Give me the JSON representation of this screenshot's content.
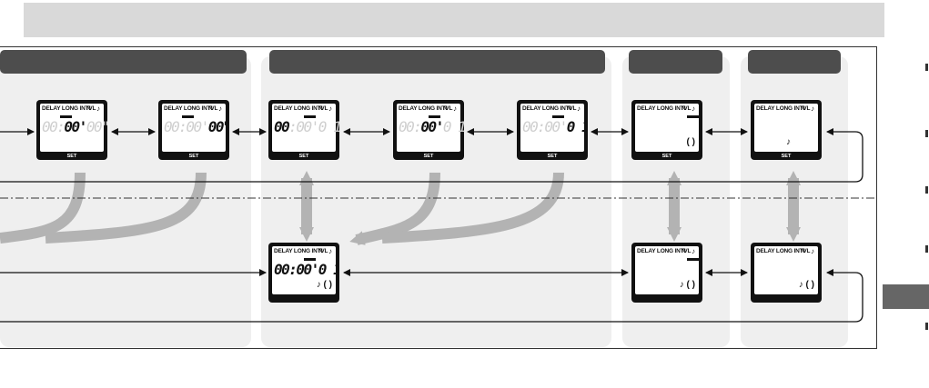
{
  "lcd_header": "DELAY LONG INTVL",
  "mode_letter": "N",
  "note_symbol": "♪",
  "set_label": "SET",
  "displays": {
    "d1": {
      "pre": "00:",
      "mid": "00'",
      "post": "00\""
    },
    "d2": {
      "pre": "00:00'",
      "mid": "00\"",
      "post": ""
    },
    "d3": {
      "mid": "00",
      "post": ":00'0 1\""
    },
    "d4": {
      "pre": "00:",
      "mid": "00'",
      "post": "0 1\""
    },
    "d5": {
      "pre": "00:00'",
      "mid": "0 1\"",
      "post": ""
    },
    "d6": {
      "row2": "(    )"
    },
    "d7": {
      "row2": "♪"
    },
    "d8": {
      "on": "00:00'0 1\"",
      "row2": "♪ (    )"
    },
    "d9": {
      "row2": "♪ (    )"
    },
    "d10": {
      "row2": "♪ (    )"
    }
  }
}
